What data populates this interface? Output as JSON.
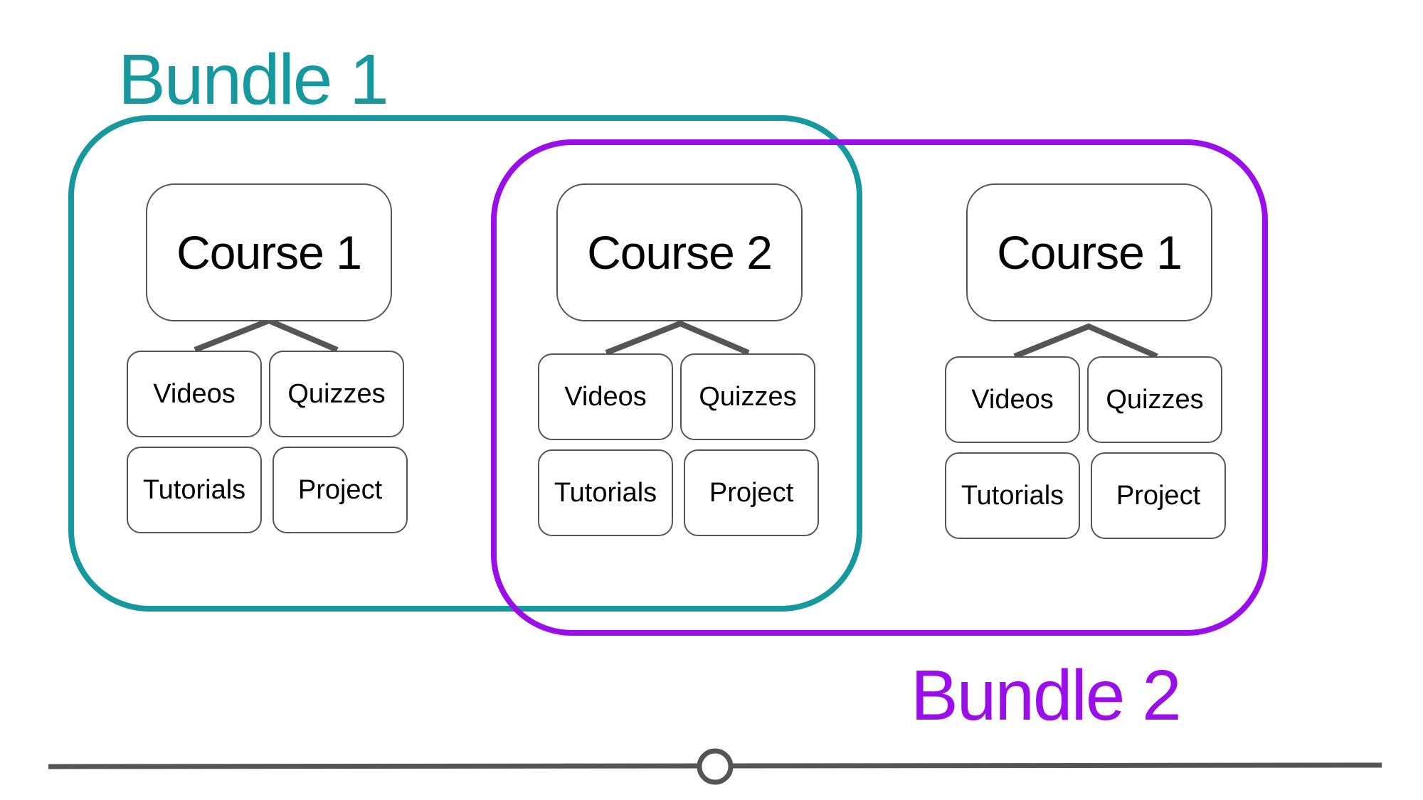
{
  "bundles": [
    {
      "title": "Bundle 1",
      "color": "#17979E"
    },
    {
      "title": "Bundle 2",
      "color": "#9A0EEA"
    }
  ],
  "courses": [
    {
      "title": "Course 1",
      "items": [
        "Videos",
        "Quizzes",
        "Tutorials",
        "Project"
      ]
    },
    {
      "title": "Course 2",
      "items": [
        "Videos",
        "Quizzes",
        "Tutorials",
        "Project"
      ]
    },
    {
      "title": "Course 1",
      "items": [
        "Videos",
        "Quizzes",
        "Tutorials",
        "Project"
      ]
    }
  ],
  "colors": {
    "box_border": "#555555",
    "connector": "#555555",
    "timeline": "#555555"
  }
}
